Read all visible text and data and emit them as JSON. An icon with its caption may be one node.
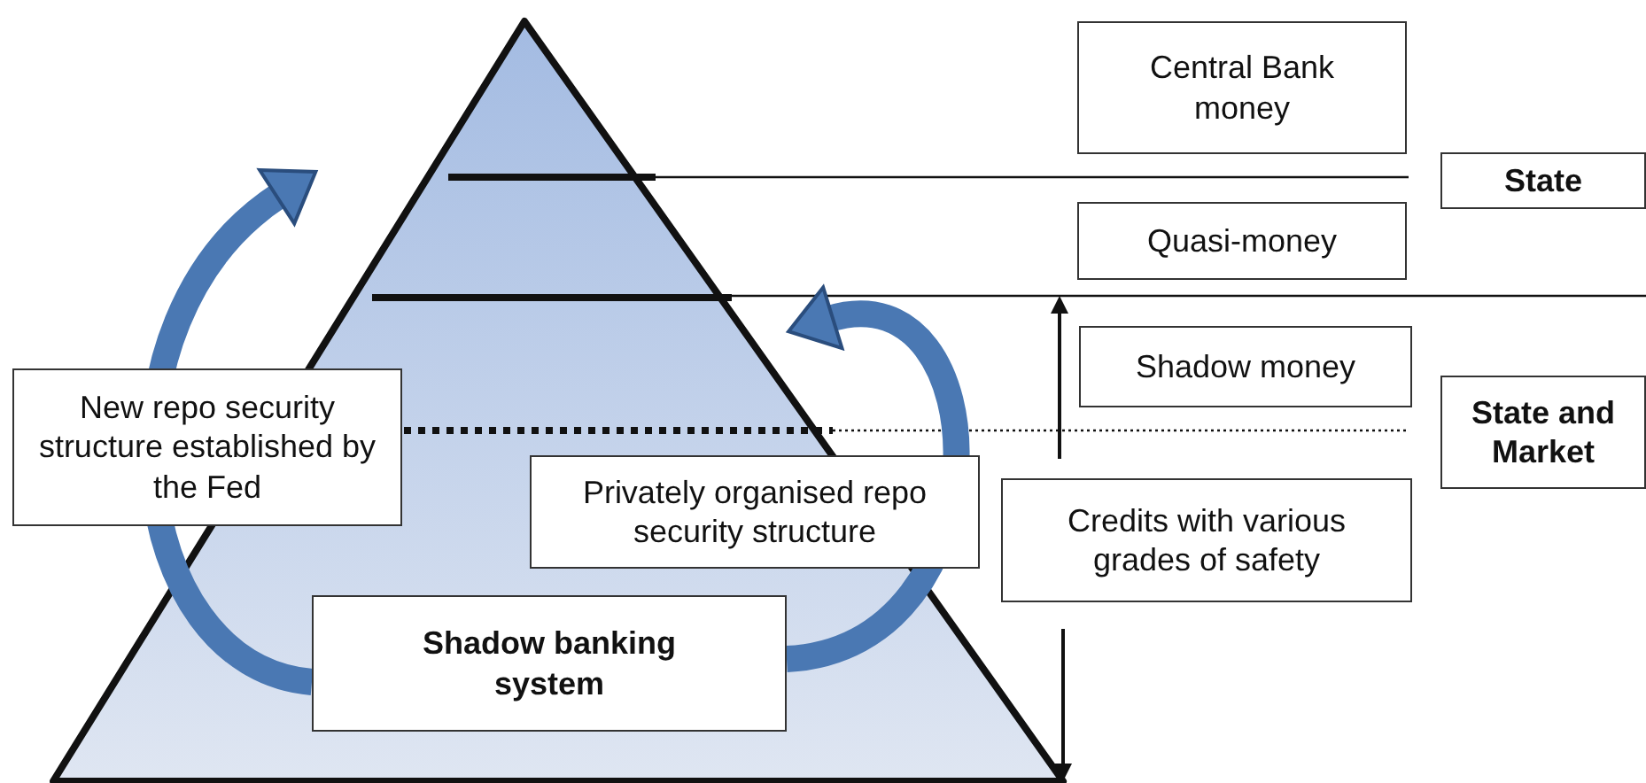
{
  "diagram": {
    "nodes": [
      {
        "text": [
          "Central Bank money"
        ]
      },
      {
        "text": [
          "Quasi-money"
        ]
      },
      {
        "text": [
          "Shadow money"
        ]
      },
      {
        "text": [
          "Credits with various grades of safety"
        ]
      },
      {
        "text": [
          "State"
        ]
      },
      {
        "text": [
          "State and Market"
        ]
      },
      {
        "text": [
          "New repo security structure established by the Fed"
        ]
      },
      {
        "text": [
          "Privately organised repo security structure"
        ]
      },
      {
        "text": [
          "Shadow banking system"
        ]
      }
    ],
    "edges": [
      {
        "from": 8,
        "to": null,
        "arrow": "to"
      },
      {
        "from": 8,
        "to": null,
        "arrow": "to"
      }
    ]
  }
}
